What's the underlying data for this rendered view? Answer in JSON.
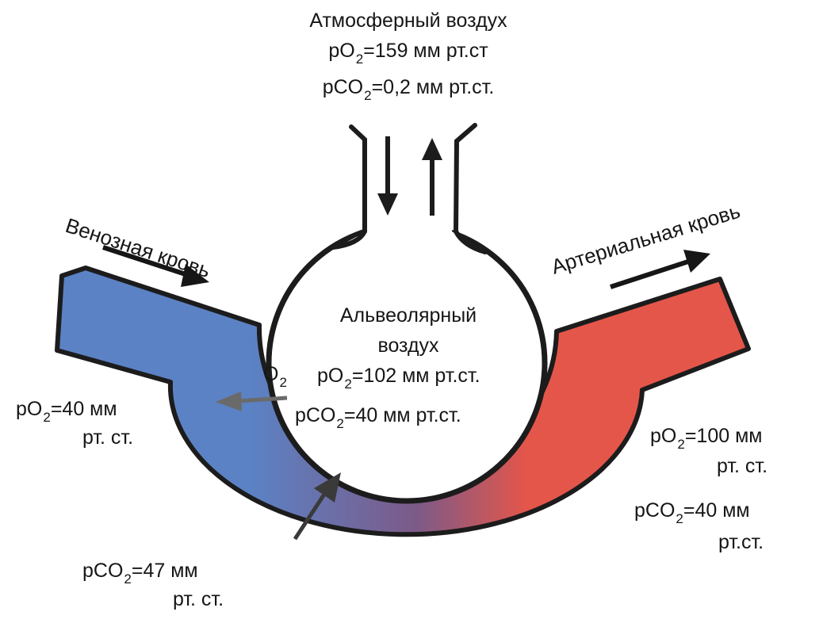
{
  "atmosphere": {
    "title": "Атмосферный воздух",
    "po2": {
      "pre": "pO",
      "sub": "2",
      "post": "=159 мм рт.ст"
    },
    "pco2": {
      "pre": "pCO",
      "sub": "2",
      "post": "=0,2 мм рт.ст."
    }
  },
  "venous": {
    "label": "Венозная кровь"
  },
  "arterial": {
    "label": "Артериальная кровь"
  },
  "alveolar": {
    "line1": "Альвеолярный",
    "line2": "воздух",
    "po2": {
      "pre": "pO",
      "sub": "2",
      "post": "=102 мм рт.ст."
    },
    "pco2": {
      "pre": "pCO",
      "sub": "2",
      "post": "=40 мм рт.ст."
    }
  },
  "gas_o2": {
    "pre": "O",
    "sub": "2"
  },
  "venous_po2": {
    "pre": "pO",
    "sub": "2",
    "post": "=40 мм",
    "line2": "рт. ст."
  },
  "venous_pco2": {
    "pre": "pCO",
    "sub": "2",
    "post": "=47 мм",
    "line2": "рт. ст."
  },
  "arterial_po2": {
    "pre": "pO",
    "sub": "2",
    "post": "=100 мм",
    "line2": "рт. ст."
  },
  "arterial_pco2": {
    "pre": "pCO",
    "sub": "2",
    "post": "=40 мм",
    "line2": "рт.ст."
  },
  "colors": {
    "venous_blood": "#5b82c4",
    "mixed_blood": "#7c5a88",
    "arterial_blood": "#e5564a",
    "outline": "#1c1c1c"
  }
}
